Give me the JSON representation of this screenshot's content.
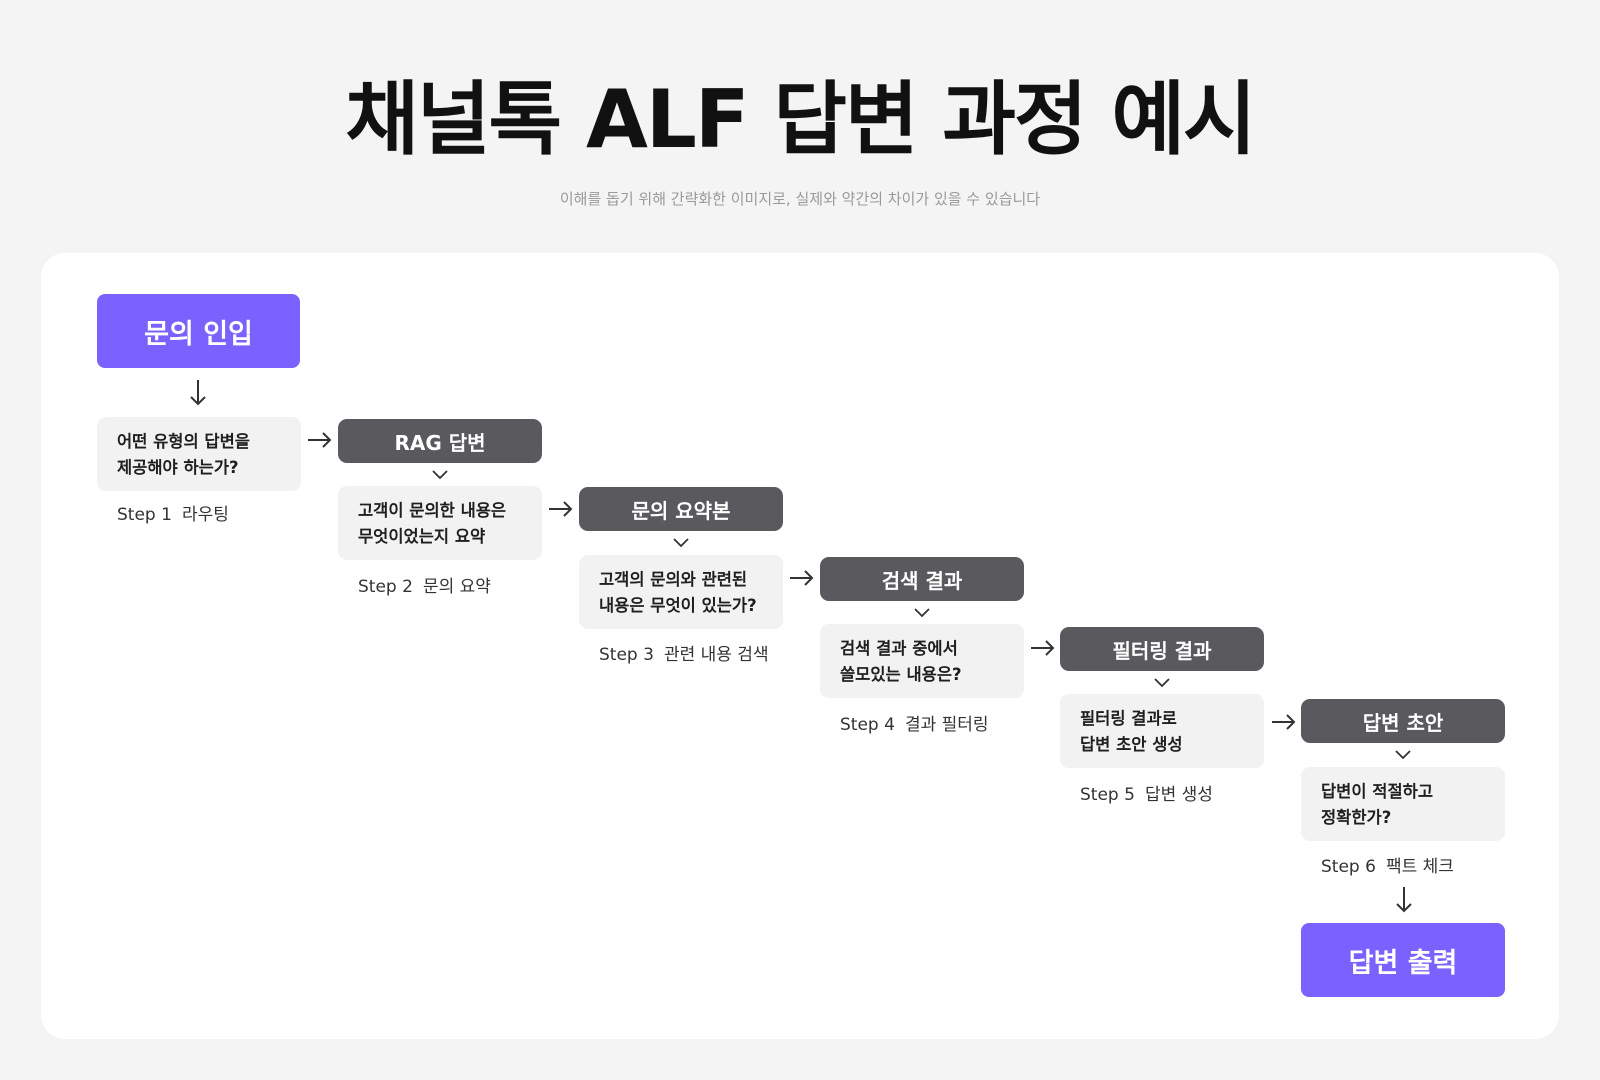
{
  "title": "채널톡 ALF 답변 과정 예시",
  "subtitle": "이해를 돕기 위해 간략화한 이미지로, 실제와 약간의 차이가 있을 수 있습니다",
  "start_node": "문의 인입",
  "end_node": "답변 출력",
  "step1": {
    "question": "어떤 유형의 답변을\n제공해야 하는가?",
    "step": "Step 1",
    "label": "라우팅"
  },
  "step2": {
    "header": "RAG 답변",
    "question": "고객이 문의한 내용은\n무엇이었는지 요약",
    "step": "Step 2",
    "label": "문의 요약"
  },
  "step3": {
    "header": "문의 요약본",
    "question": "고객의 문의와 관련된\n내용은 무엇이 있는가?",
    "step": "Step 3",
    "label": "관련 내용 검색"
  },
  "step4": {
    "header": "검색 결과",
    "question": "검색 결과 중에서\n쓸모있는 내용은?",
    "step": "Step 4",
    "label": "결과 필터링"
  },
  "step5": {
    "header": "필터링 결과",
    "question": "필터링 결과로\n답변 초안 생성",
    "step": "Step 5",
    "label": "답변 생성"
  },
  "step6": {
    "header": "답변 초안",
    "question": "답변이 적절하고\n정확한가?",
    "step": "Step 6",
    "label": "팩트 체크"
  },
  "colors": {
    "accent": "#7b61ff",
    "header_box": "#5a5a5e",
    "question_box": "#f2f2f2",
    "background": "#f4f4f4"
  }
}
